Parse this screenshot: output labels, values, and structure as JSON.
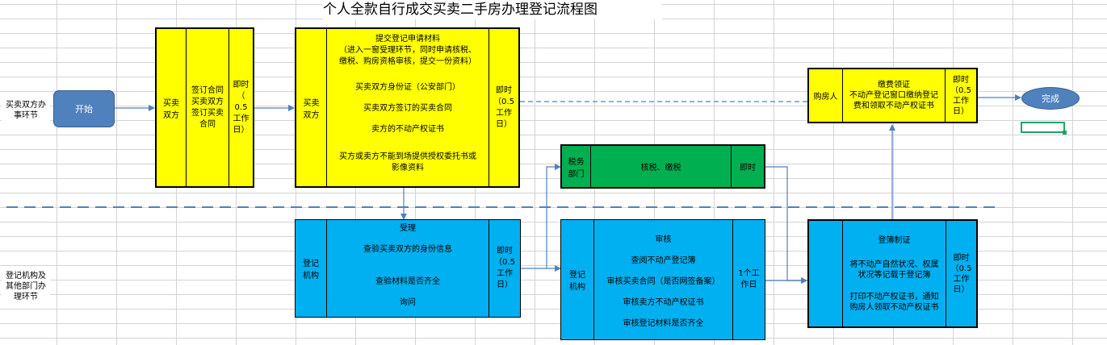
{
  "title": "个人全款自行成交买卖二手房办理登记流程图",
  "lanes": {
    "top": [
      "买卖双方办",
      "事环节"
    ],
    "bottom": [
      "登记机构及",
      "其他部门办",
      "理环节"
    ]
  },
  "start": "开始",
  "end": "完成",
  "box1": {
    "who": [
      "买卖",
      "双方"
    ],
    "content": [
      "签订合同",
      "买卖双方",
      "签订买卖",
      "合同"
    ],
    "time": [
      "即时",
      "（",
      "0.5",
      "工作",
      "日）"
    ]
  },
  "box2": {
    "who": [
      "买卖",
      "双方"
    ],
    "header": "提交登记申请材料",
    "note": [
      "（进入一窗受理环节，同时申请核税、",
      "缴税、购房资格审核，提交一份资料）"
    ],
    "items": [
      "买卖双方身份证（公安部门）",
      "买卖双方签订的买卖合同",
      "卖方的不动产权证书"
    ],
    "extra": [
      "买方或卖方不能到场提供授权委托书或",
      "影像资料"
    ],
    "time": [
      "即时",
      "（0.5",
      "工作",
      "日）"
    ]
  },
  "box3": {
    "who": [
      "登记",
      "机构"
    ],
    "header": "受理",
    "items": [
      "查验买卖双方的身份信息",
      "查验材料是否齐全",
      "询问"
    ],
    "time": [
      "即时",
      "（0.5",
      "工作",
      "日）"
    ]
  },
  "box4": {
    "who": [
      "税务",
      "部门"
    ],
    "content": "核税、缴税",
    "time": "即时"
  },
  "box5": {
    "who": [
      "登记",
      "机构"
    ],
    "header": "审核",
    "items": [
      "查阅不动产登记簿",
      "审核买卖合同（是否网签备案）",
      "审核卖方不动产权证书",
      "审核登记材料是否齐全"
    ],
    "time": [
      "1个工",
      "作日"
    ]
  },
  "box6": {
    "who": "购房人",
    "content": [
      "缴费领证",
      "不动产登记窗口缴纳登记",
      "费和领取不动产权证书"
    ],
    "time": [
      "即时",
      "（0.5",
      "工作",
      "日）"
    ]
  },
  "box7": {
    "header": "登簿制证",
    "p1": [
      "将不动产自然状况、权属",
      "状况等记载于登记簿"
    ],
    "p2": [
      "打印不动产权证书，通知",
      "购房人领取不动产权证书"
    ],
    "time": [
      "即时",
      "（0.5",
      "工作",
      "日）"
    ]
  },
  "colors": {
    "yellow": "#ffff00",
    "green": "#00b050",
    "blue": "#00b0f0",
    "start_fill": "#4f81bd",
    "arrow": "#4f81bd",
    "selection": "#21a366"
  }
}
